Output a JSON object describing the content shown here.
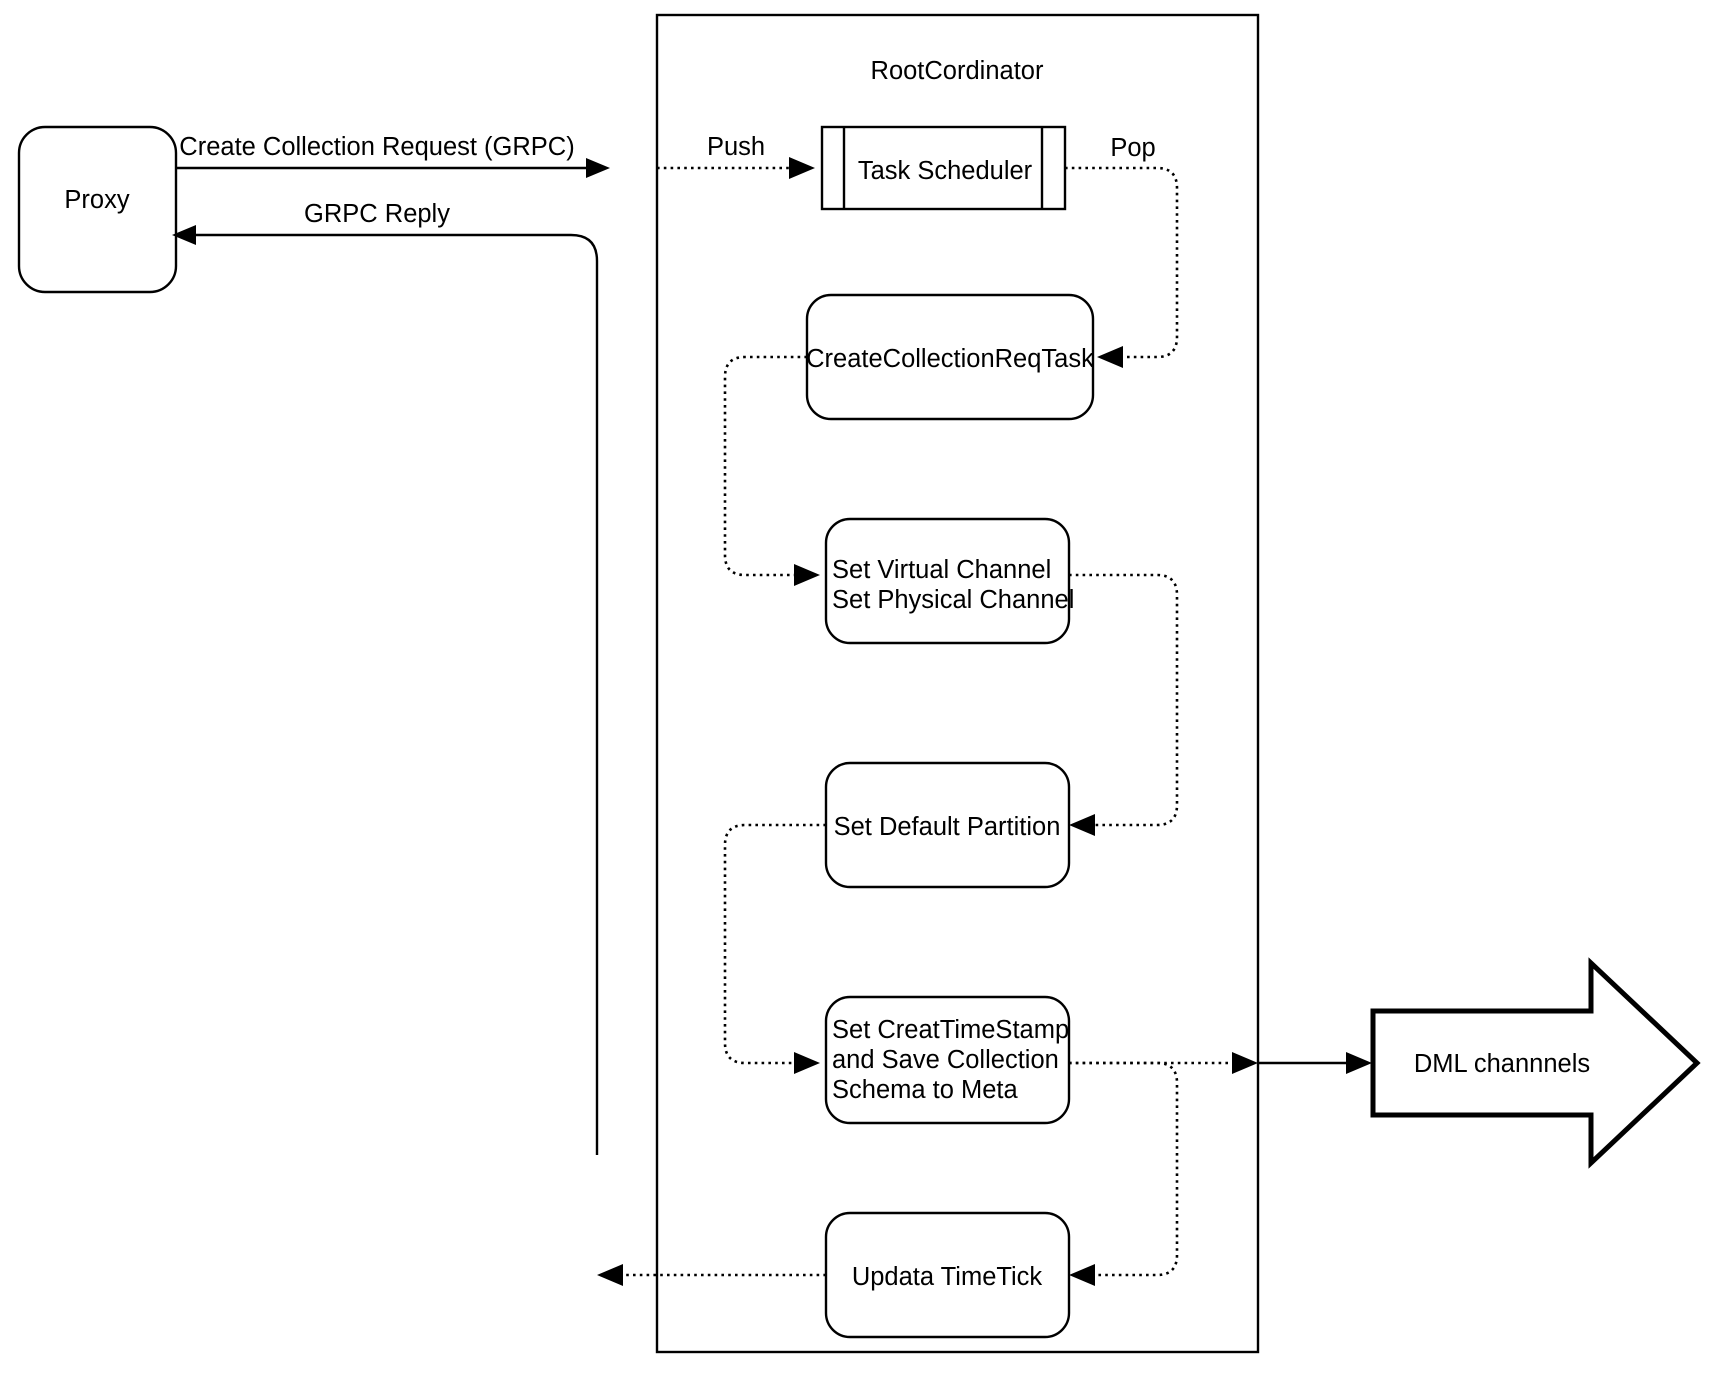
{
  "diagram": {
    "type": "flowchart",
    "title_visible": false,
    "colors": {
      "stroke": "#000000",
      "fill": "#ffffff",
      "text": "#000000"
    },
    "external_nodes": [
      {
        "id": "proxy",
        "label": "Proxy",
        "shape": "rounded-rectangle"
      },
      {
        "id": "dml",
        "label": "DML channnels",
        "shape": "block-arrow-right"
      }
    ],
    "container": {
      "id": "rootcoordinator",
      "label": "RootCordinator",
      "shape": "rectangle"
    },
    "nodes": [
      {
        "id": "task-scheduler",
        "label": "Task Scheduler",
        "shape": "subroutine-queue"
      },
      {
        "id": "create-collection-req-task",
        "label": "CreateCollectionReqTask",
        "shape": "rounded-rectangle"
      },
      {
        "id": "set-channels",
        "label_line1": "Set Virtual Channel",
        "label_line2": "Set Physical Channel",
        "shape": "rounded-rectangle"
      },
      {
        "id": "set-default-partition",
        "label": "Set Default Partition",
        "shape": "rounded-rectangle"
      },
      {
        "id": "set-timestamp-save-meta",
        "label_line1": "Set CreatTimeStamp",
        "label_line2": "and Save Collection",
        "label_line3": "Schema to Meta",
        "shape": "rounded-rectangle"
      },
      {
        "id": "updata-timetick",
        "label": "Updata TimeTick",
        "shape": "rounded-rectangle"
      }
    ],
    "edges": [
      {
        "id": "proxy-to-rootcoordinator",
        "label": "Create Collection Request (GRPC)",
        "style": "solid",
        "from": "proxy",
        "to": "rootcoordinator"
      },
      {
        "id": "rootcoordinator-to-proxy",
        "label": "GRPC Reply",
        "style": "solid",
        "from": "updata-timetick",
        "to": "proxy"
      },
      {
        "id": "push-to-scheduler",
        "label": "Push",
        "style": "dotted",
        "from": "rootcoordinator",
        "to": "task-scheduler"
      },
      {
        "id": "pop-from-scheduler",
        "label": "Pop",
        "style": "dotted",
        "from": "task-scheduler",
        "to": "create-collection-req-task"
      },
      {
        "id": "task-to-channels",
        "label": "",
        "style": "dotted",
        "from": "create-collection-req-task",
        "to": "set-channels"
      },
      {
        "id": "channels-to-partition",
        "label": "",
        "style": "dotted",
        "from": "set-channels",
        "to": "set-default-partition"
      },
      {
        "id": "partition-to-timestamp",
        "label": "",
        "style": "dotted",
        "from": "set-default-partition",
        "to": "set-timestamp-save-meta"
      },
      {
        "id": "timestamp-to-dml",
        "label": "",
        "style": "solid",
        "from": "set-timestamp-save-meta",
        "to": "dml"
      },
      {
        "id": "timestamp-to-timetick",
        "label": "",
        "style": "dotted",
        "from": "set-timestamp-save-meta",
        "to": "updata-timetick"
      },
      {
        "id": "timetick-to-reply",
        "label": "",
        "style": "dotted",
        "from": "updata-timetick",
        "to": "rootcoordinator"
      }
    ]
  }
}
